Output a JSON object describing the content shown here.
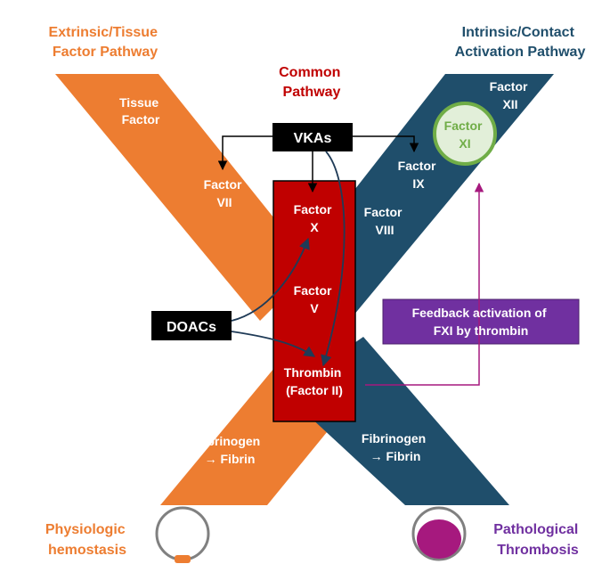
{
  "headings": {
    "extrinsic": [
      "Extrinsic/Tissue",
      "Factor Pathway"
    ],
    "intrinsic": [
      "Intrinsic/Contact",
      "Activation Pathway"
    ],
    "common": [
      "Common",
      "Pathway"
    ]
  },
  "factors": {
    "tissue_factor": [
      "Tissue",
      "Factor"
    ],
    "factor_vii": [
      "Factor",
      "VII"
    ],
    "factor_xii": [
      "Factor",
      "XII"
    ],
    "factor_xi": [
      "Factor",
      "XI"
    ],
    "factor_ix": [
      "Factor",
      "IX"
    ],
    "factor_viii": [
      "Factor",
      "VIII"
    ],
    "factor_x": [
      "Factor",
      "X"
    ],
    "factor_v": [
      "Factor",
      "V"
    ],
    "thrombin": [
      "Thrombin",
      "(Factor II)"
    ],
    "fibrinogen_left": [
      "Fibrinogen",
      "→ Fibrin"
    ],
    "fibrinogen_right": [
      "Fibrinogen",
      "→ Fibrin"
    ]
  },
  "drugs": {
    "vkas": "VKAs",
    "doacs": "DOACs"
  },
  "feedback": [
    "Feedback activation of",
    "FXI by thrombin"
  ],
  "outcomes": {
    "physiologic": [
      "Physiologic",
      "hemostasis"
    ],
    "pathological": [
      "Pathological",
      "Thrombosis"
    ]
  },
  "colors": {
    "orange": "#ED7D31",
    "navy": "#1F4E6B",
    "red": "#C00000",
    "green": "#70AD47",
    "purple": "#7030A0",
    "magenta": "#A6197E",
    "black": "#000000"
  }
}
